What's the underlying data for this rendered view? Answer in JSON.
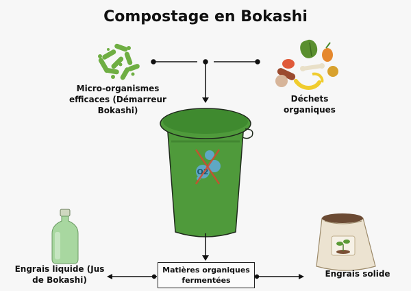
{
  "title": "Compostage en Bokashi",
  "nodes": {
    "micro": "Micro-organismes efficaces (Démarreur Bokashi)",
    "dechets": "Déchets organiques",
    "fermentees": "Matières organiques fermentées",
    "liquide": "Engrais liquide (Jus de Bokashi)",
    "solide": "Engrais solide"
  },
  "bucket_badge": "O2",
  "colors": {
    "bucket_green": "#4f9a3b",
    "bucket_dark": "#2d5e22",
    "bacteria_green": "#6fae43",
    "no_oxygen_red": "#d4482f",
    "oxygen_blue": "#5fa8c4"
  },
  "icons": [
    "bacteria-icon",
    "food-scraps-icon",
    "bucket-icon",
    "no-oxygen-icon",
    "liquid-bottle-icon",
    "soil-bag-icon"
  ]
}
